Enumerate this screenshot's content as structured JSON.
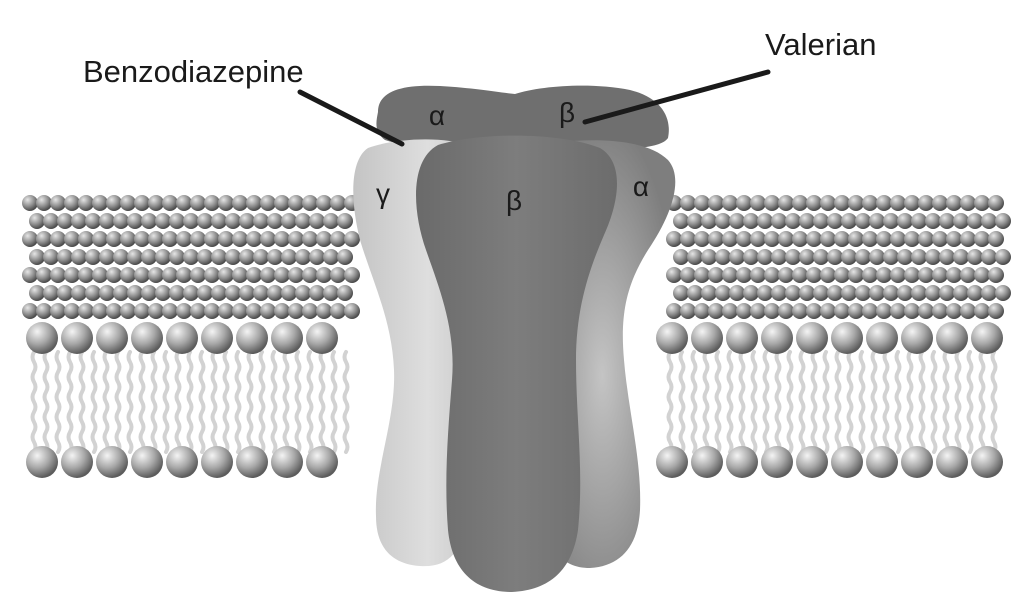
{
  "callouts": {
    "benzodiazepine": "Benzodiazepine",
    "valerian": "Valerian"
  },
  "subunits": {
    "top_alpha": "α",
    "top_beta": "β",
    "gamma": "γ",
    "front_beta": "β",
    "right_alpha": "α"
  },
  "colors": {
    "background": "#ffffff",
    "text": "#1a1a1a",
    "leader_line": "#1a1a1a",
    "lipid_head": "#9a9a9a",
    "lipid_tail": "#d6d6d6",
    "subunit_top": "#6f6f6f",
    "subunit_gamma": "#cfcfcf",
    "subunit_beta": "#7a7a7a",
    "subunit_alpha": "#8e8e8e"
  }
}
